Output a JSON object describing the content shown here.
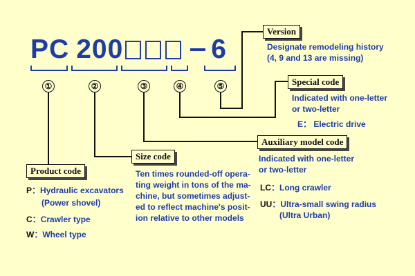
{
  "model": {
    "prefix": "PC",
    "size": "200",
    "suffix": "6"
  },
  "numbers": [
    "①",
    "②",
    "③",
    "④",
    "⑤"
  ],
  "version": {
    "label": "Version",
    "line1": "Designate remodeling history",
    "line2": "(4, 9 and 13 are missing)"
  },
  "special": {
    "label": "Special code",
    "line1": "Indicated with one-letter",
    "line2": "or two-letter",
    "entry": "E： Electric drive"
  },
  "auxiliary": {
    "label": "Auxiliary model code",
    "line1": "Indicated with one-letter",
    "line2": "or two-letter",
    "entries": [
      {
        "code": "LC",
        "sep": "：",
        "desc": "Long crawler"
      },
      {
        "code": "UU",
        "sep": "：",
        "desc": "Ultra-small swing radius"
      },
      {
        "code": "",
        "sep": "",
        "desc": "(Ultra Urban)"
      }
    ]
  },
  "size_code": {
    "label": "Size code",
    "lines": [
      "Ten times rounded-off opera-",
      "ting weight in tons of the ma-",
      "chine, but sometimes adjust-",
      "ed to reflect machine's posit-",
      "ion relative to other models"
    ]
  },
  "product": {
    "label": "Product code",
    "entries": [
      {
        "code": "P",
        "sep": "：",
        "desc": "Hydraulic excavators"
      },
      {
        "code": "",
        "sep": "",
        "desc": "(Power shovel)"
      },
      {
        "code": "C",
        "sep": "：",
        "desc": "Crawler type"
      },
      {
        "code": "W",
        "sep": "：",
        "desc": "Wheel type"
      }
    ]
  }
}
